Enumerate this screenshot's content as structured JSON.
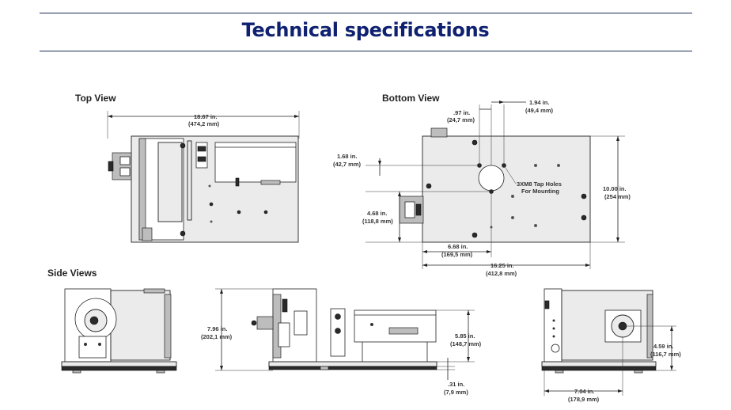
{
  "header": {
    "title": "Technical specifications"
  },
  "sections": {
    "top_view": "Top View",
    "bottom_view": "Bottom View",
    "side_views": "Side Views"
  },
  "top_view": {
    "width_in": "18.67 in.",
    "width_mm": "(474,2 mm)"
  },
  "bottom_view": {
    "dim_a_in": ".97 in.",
    "dim_a_mm": "(24,7 mm)",
    "dim_b_in": "1.94 in.",
    "dim_b_mm": "(49,4 mm)",
    "dim_c_in": "1.68 in.",
    "dim_c_mm": "(42,7 mm)",
    "dim_d_in": "4.68 in.",
    "dim_d_mm": "(118,8 mm)",
    "dim_e_in": "6.68 in.",
    "dim_e_mm": "(169,5 mm)",
    "dim_f_in": "16.25 in.",
    "dim_f_mm": "(412,8 mm)",
    "dim_g_in": "10.00 in.",
    "dim_g_mm": "(254 mm)",
    "tap_line1": "3XM8 Tap Holes",
    "tap_line2": "For Mounting"
  },
  "side_views": {
    "height_in": "7.96 in.",
    "height_mm": "(202,1 mm)",
    "height2_in": "5.85 in.",
    "height2_mm": "(148,7 mm)",
    "foot_in": ".31 in.",
    "foot_mm": "(7,9 mm)",
    "axis_in": "4.59 in.",
    "axis_mm": "(116,7 mm)",
    "depth_in": "7.04 in.",
    "depth_mm": "(178,9 mm)"
  }
}
